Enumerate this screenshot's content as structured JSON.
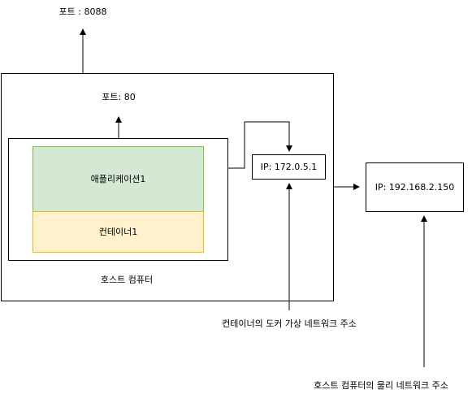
{
  "labels": {
    "host_port": "포트 : 8088",
    "container_port": "포트: 80",
    "application": "애플리케이션1",
    "container": "컨테이너1",
    "host_computer": "호스트 컴퓨터",
    "docker_ip": "IP: 172.0.5.1",
    "host_ip": "IP: 192.168.2.150",
    "docker_network_caption": "컨테이너의 도커 가상 네트워크 주소",
    "host_network_caption": "호스트 컴퓨터의 물리 네트워크 주소"
  },
  "colors": {
    "application_fill": "#d5e8d4",
    "application_border": "#82b366",
    "container_fill": "#fff2cc",
    "container_border": "#d6b656",
    "line": "#000000"
  }
}
